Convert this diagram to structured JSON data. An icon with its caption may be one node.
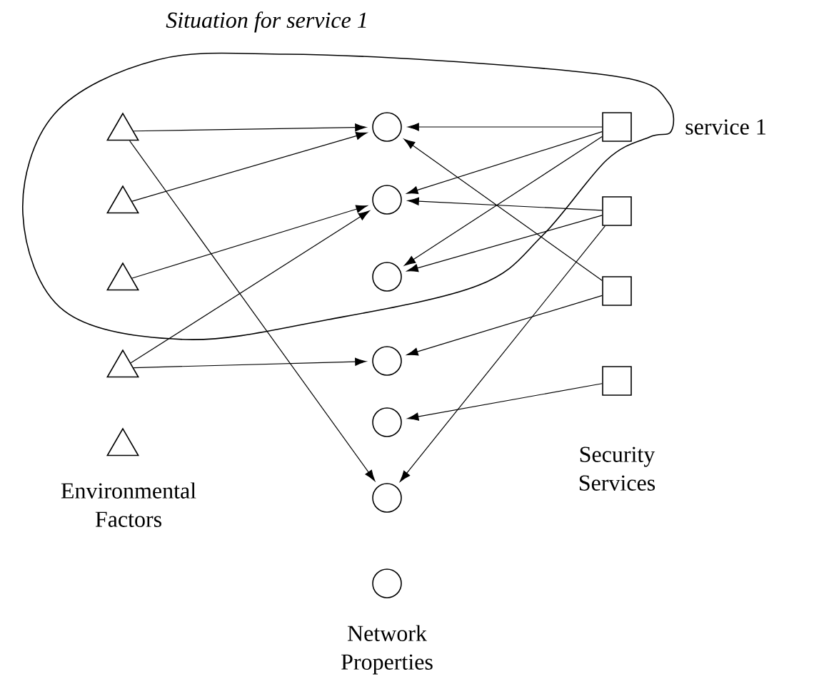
{
  "diagram": {
    "nodes": [
      {
        "text": [
          "Situation for service 1"
        ]
      },
      {
        "text": [],
        "shape": "triangle",
        "in": 0
      },
      {
        "text": [],
        "shape": "triangle",
        "in": 0
      },
      {
        "text": [],
        "shape": "triangle",
        "in": 0
      },
      {
        "text": [],
        "shape": "triangle"
      },
      {
        "text": [],
        "shape": "triangle"
      },
      {
        "text": [],
        "shape": "circle",
        "in": 0
      },
      {
        "text": [],
        "shape": "circle",
        "in": 0
      },
      {
        "text": [],
        "shape": "circle",
        "in": 0
      },
      {
        "text": [],
        "shape": "circle"
      },
      {
        "text": [],
        "shape": "circle"
      },
      {
        "text": [],
        "shape": "circle"
      },
      {
        "text": [],
        "shape": "circle"
      },
      {
        "text": [],
        "shape": "box",
        "in": 0,
        "beside": [
          "service 1"
        ]
      },
      {
        "text": [],
        "shape": "box"
      },
      {
        "text": [],
        "shape": "box"
      },
      {
        "text": [],
        "shape": "box"
      }
    ],
    "edges": [
      {
        "from": 1,
        "to": 6,
        "arrow": "to"
      },
      {
        "from": 1,
        "to": 11,
        "arrow": "to"
      },
      {
        "from": 2,
        "to": 6,
        "arrow": "to"
      },
      {
        "from": 3,
        "to": 7,
        "arrow": "to"
      },
      {
        "from": 4,
        "to": 7,
        "arrow": "to"
      },
      {
        "from": 4,
        "to": 9,
        "arrow": "to"
      },
      {
        "from": 13,
        "to": 6,
        "arrow": "to"
      },
      {
        "from": 13,
        "to": 7,
        "arrow": "to"
      },
      {
        "from": 13,
        "to": 8,
        "arrow": "to"
      },
      {
        "from": 14,
        "to": 7,
        "arrow": "to"
      },
      {
        "from": 14,
        "to": 8,
        "arrow": "to"
      },
      {
        "from": 14,
        "to": 11,
        "arrow": "to"
      },
      {
        "from": 15,
        "to": 6,
        "arrow": "to"
      },
      {
        "from": 15,
        "to": 9,
        "arrow": "to"
      },
      {
        "from": 16,
        "to": 10,
        "arrow": "to"
      }
    ],
    "labels": [
      "Environmental Factors",
      "Security Services",
      "Network Properties"
    ]
  }
}
